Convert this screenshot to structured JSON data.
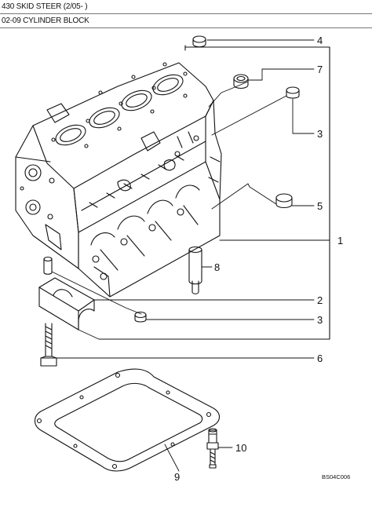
{
  "header": {
    "model": "430 SKID STEER (2/05- )",
    "section": "02-09 CYLINDER BLOCK"
  },
  "callouts": [
    "4",
    "7",
    "3",
    "5",
    "1",
    "8",
    "2",
    "3",
    "6",
    "10",
    "9"
  ],
  "figure_code": "BS04C006"
}
